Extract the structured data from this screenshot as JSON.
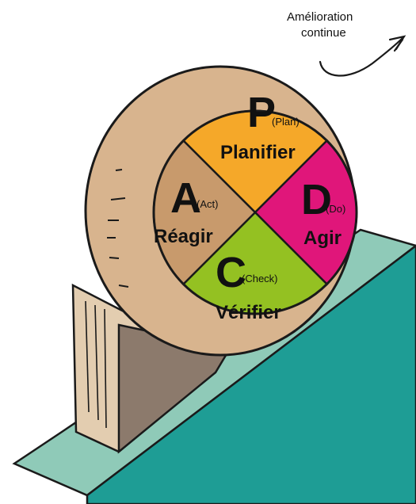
{
  "annotation": {
    "line1": "Amélioration",
    "line2": "continue"
  },
  "quadrants": {
    "plan": {
      "letter": "P",
      "english": "(Plan)",
      "label": "Planifier",
      "color": "#f5a829"
    },
    "do": {
      "letter": "D",
      "english": "(Do)",
      "label": "Agir",
      "color": "#e0167a"
    },
    "check": {
      "letter": "C",
      "english": "(Check)",
      "label": "Vérifier",
      "color": "#94c122"
    },
    "act": {
      "letter": "A",
      "english": "(Act)",
      "label": "Réagir",
      "color": "#c89a6c"
    }
  },
  "colors": {
    "wheel_rim": "#d8b48e",
    "ramp_top": "#8fcab8",
    "ramp_side": "#1e9d95",
    "wedge": "#8c7a6c",
    "wedge_light": "#e3cdb0"
  }
}
